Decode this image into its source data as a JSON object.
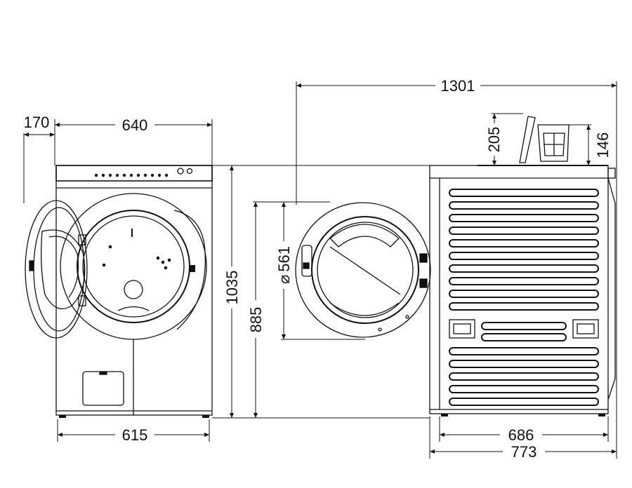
{
  "dimensions": {
    "door_clearance": "170",
    "width_top": "640",
    "width_base": "615",
    "overall_depth": "1301",
    "lid_open_height": "205",
    "lid_height": "146",
    "height": "1035",
    "door_center_height": "885",
    "door_diameter": "561",
    "diameter_symbol": "⌀",
    "depth_body": "686",
    "depth_total": "773"
  },
  "colors": {
    "line": "#111111",
    "background": "#ffffff"
  }
}
